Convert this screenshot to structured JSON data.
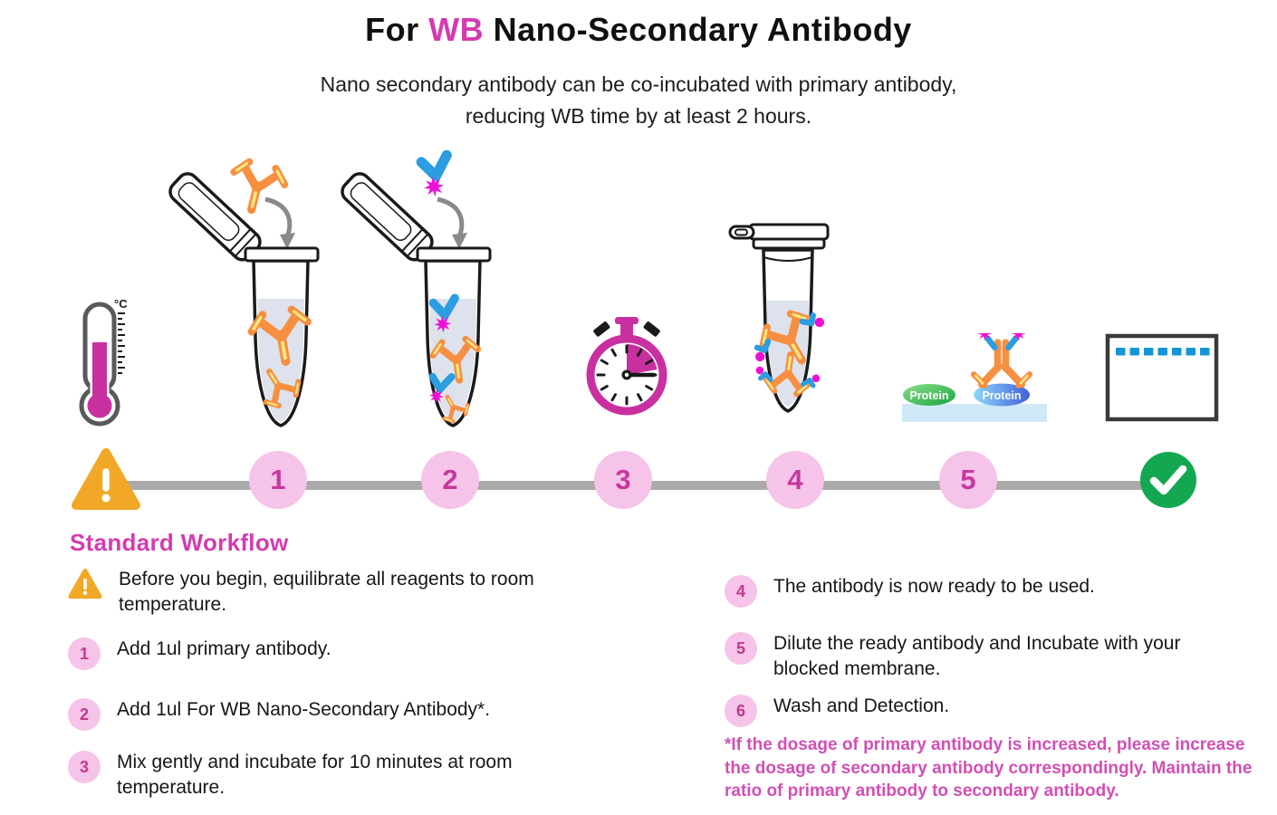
{
  "header": {
    "title_prefix": "For ",
    "title_highlight": "WB",
    "title_suffix": " Nano-Secondary Antibody",
    "subtitle_line1": "Nano secondary antibody can be co-incubated with primary antibody,",
    "subtitle_line2": "reducing WB time by at least 2 hours."
  },
  "thermometer": {
    "unit": "°C"
  },
  "timeline": {
    "numbers": [
      "1",
      "2",
      "3",
      "4",
      "5"
    ]
  },
  "membrane": {
    "protein_left": "Protein",
    "protein_right": "Protein"
  },
  "workflow": {
    "heading": "Standard Workflow",
    "pre_step": {
      "text": "Before you begin, equilibrate all reagents to room temperature."
    },
    "steps": [
      {
        "num": "1",
        "text": "Add 1ul primary antibody."
      },
      {
        "num": "2",
        "text": "Add 1ul For WB Nano-Secondary Antibody*."
      },
      {
        "num": "3",
        "text": "Mix gently and incubate for 10 minutes at room temperature."
      },
      {
        "num": "4",
        "text": "The antibody is now ready to be used."
      },
      {
        "num": "5",
        "text": "Dilute the ready antibody and Incubate with your blocked membrane."
      },
      {
        "num": "6",
        "text": "Wash and Detection."
      }
    ],
    "footnote": "*If the dosage of primary antibody is increased, please increase the dosage of secondary antibody correspondingly. Maintain the ratio of primary antibody to secondary antibody."
  },
  "colors": {
    "accent_pink": "#d43bb1",
    "magenta_icon": "#c9309f",
    "step_circle_bg": "#f6c3e9",
    "step_circle_text": "#c5399e",
    "warning_yellow": "#f0a826",
    "success_green": "#14a751",
    "timeline_gray": "#aaaaaa",
    "antibody_orange": "#f78f41",
    "antibody_yellow": "#ffe981",
    "nanobody_blue": "#2b9de0",
    "fluorophore_magenta": "#ef0fd4",
    "liquid_gray_blue": "#dde2ec",
    "membrane_strip_blue": "#cfe9f8",
    "blot_band_blue": "#1595d4"
  }
}
